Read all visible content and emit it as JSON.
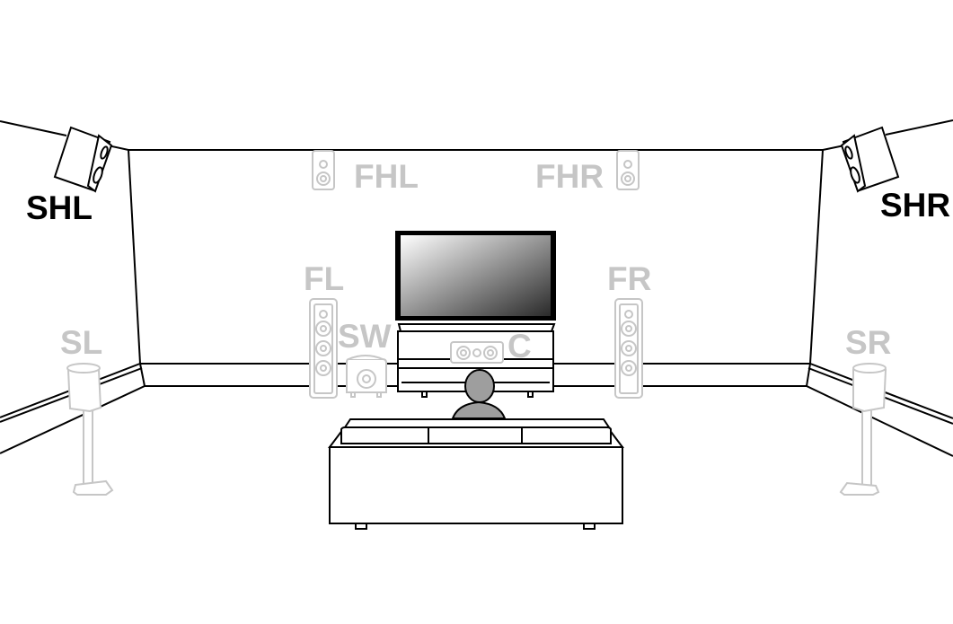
{
  "diagram": {
    "speakers": {
      "shl": "SHL",
      "shr": "SHR",
      "fhl": "FHL",
      "fhr": "FHR",
      "fl": "FL",
      "fr": "FR",
      "sw": "SW",
      "c": "C",
      "sl": "SL",
      "sr": "SR"
    },
    "colors": {
      "line": "#000000",
      "active": "#000000",
      "inactive": "#c6c6c6",
      "person": "#9e9e9e"
    }
  }
}
